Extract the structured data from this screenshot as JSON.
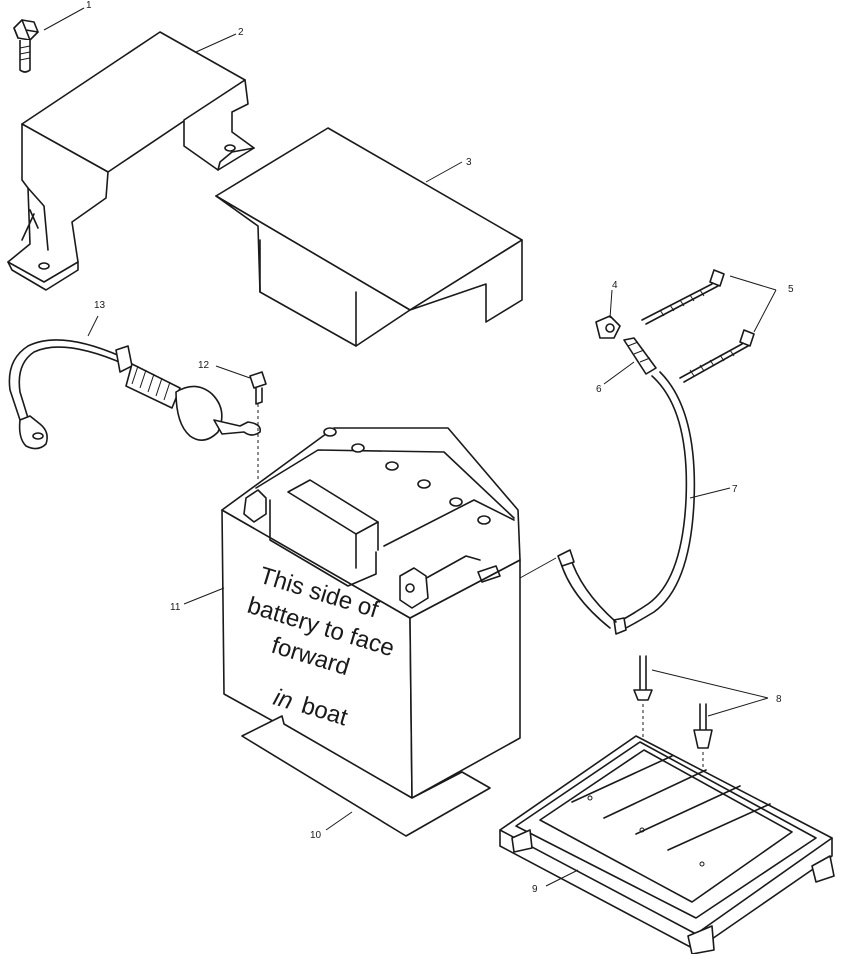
{
  "callouts": [
    "1",
    "2",
    "3",
    "4",
    "5",
    "6",
    "7",
    "8",
    "9",
    "10",
    "11",
    "12",
    "13"
  ],
  "battery_label": {
    "line1": "This side of",
    "line2": "battery to face",
    "line3": "forward",
    "line4_italic": "in",
    "line4_rest": "boat"
  }
}
